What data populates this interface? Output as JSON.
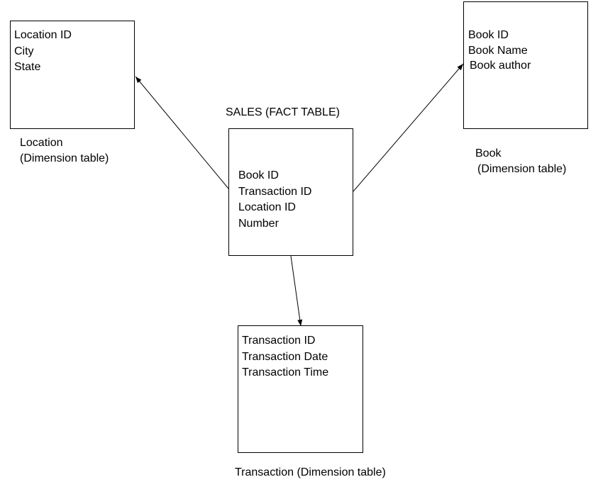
{
  "fact_table": {
    "title": "SALES (FACT TABLE)",
    "fields": [
      "Book ID",
      "Transaction ID",
      "Location ID",
      "Number"
    ]
  },
  "location_table": {
    "fields": [
      "Location ID",
      "City",
      "State"
    ],
    "caption_line1": "Location",
    "caption_line2": "(Dimension table)"
  },
  "book_table": {
    "fields": [
      "Book ID",
      "Book Name",
      "Book author"
    ],
    "caption_line1": "Book",
    "caption_line2": "(Dimension table)"
  },
  "transaction_table": {
    "fields": [
      "Transaction ID",
      "Transaction Date",
      "Transaction Time"
    ],
    "caption": "Transaction (Dimension table)"
  }
}
